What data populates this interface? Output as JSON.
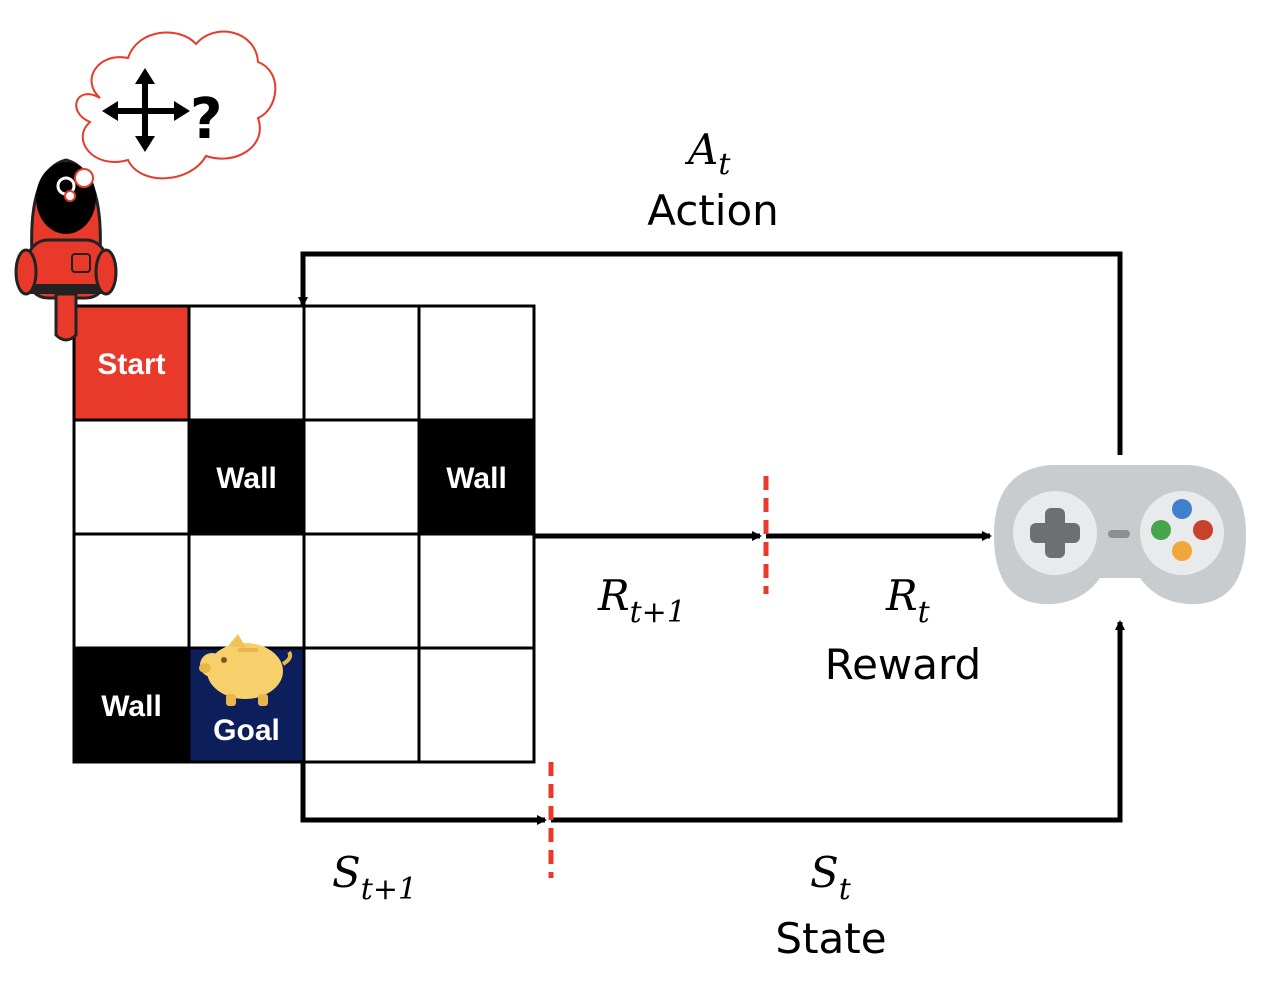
{
  "grid": {
    "rows": 4,
    "cols": 4,
    "cells": [
      {
        "row": 0,
        "col": 0,
        "type": "start",
        "label": "Start"
      },
      {
        "row": 1,
        "col": 1,
        "type": "wall",
        "label": "Wall"
      },
      {
        "row": 1,
        "col": 3,
        "type": "wall",
        "label": "Wall"
      },
      {
        "row": 3,
        "col": 0,
        "type": "wall",
        "label": "Wall"
      },
      {
        "row": 3,
        "col": 1,
        "type": "goal",
        "label": "Goal"
      }
    ]
  },
  "labels": {
    "action": {
      "symbol": "A",
      "subscript": "t",
      "word": "Action"
    },
    "reward_next": {
      "symbol": "R",
      "subscript": "t+1"
    },
    "reward": {
      "symbol": "R",
      "subscript": "t",
      "word": "Reward"
    },
    "state_next": {
      "symbol": "S",
      "subscript": "t+1"
    },
    "state": {
      "symbol": "S",
      "subscript": "t",
      "word": "State"
    }
  },
  "thought_bubble": {
    "symbol": "?"
  },
  "colors": {
    "start": "#e8392b",
    "wall": "#000000",
    "goal": "#0d1f5a",
    "agent": "#e8392b",
    "divider": "#e8392b",
    "controller": "#c9cccf",
    "piggy": "#f7cf6b"
  }
}
